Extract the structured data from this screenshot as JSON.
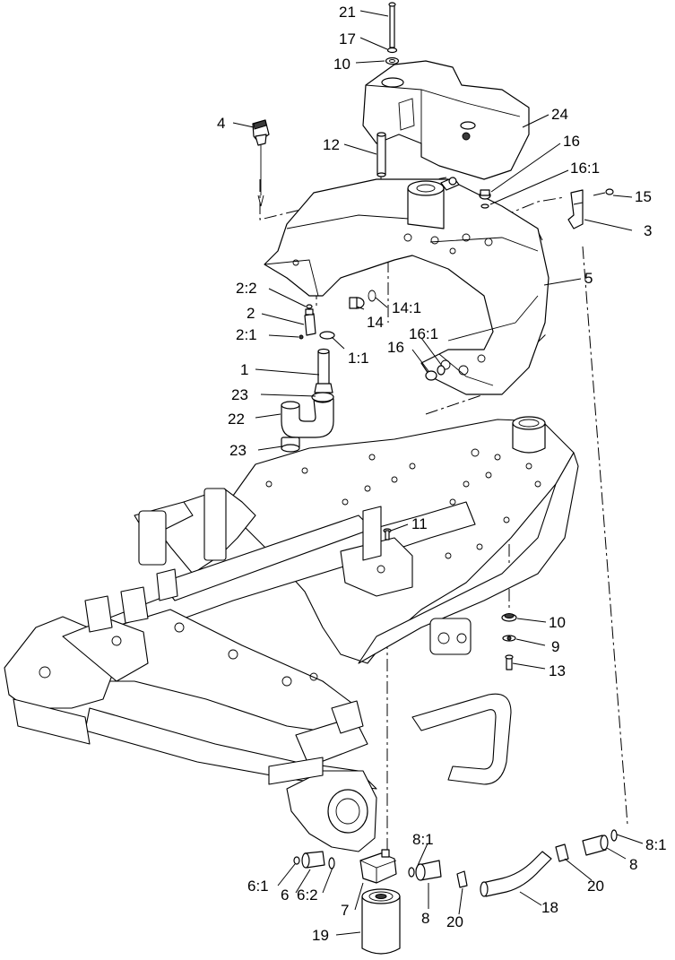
{
  "callouts": [
    {
      "id": "c21",
      "text": "21"
    },
    {
      "id": "c17",
      "text": "17"
    },
    {
      "id": "c10a",
      "text": "10"
    },
    {
      "id": "c24",
      "text": "24"
    },
    {
      "id": "c4",
      "text": "4"
    },
    {
      "id": "c12",
      "text": "12"
    },
    {
      "id": "c16a",
      "text": "16"
    },
    {
      "id": "c16_1a",
      "text": "16:1"
    },
    {
      "id": "c15",
      "text": "15"
    },
    {
      "id": "c3",
      "text": "3"
    },
    {
      "id": "c5",
      "text": "5"
    },
    {
      "id": "c2_2",
      "text": "2:2"
    },
    {
      "id": "c2",
      "text": "2"
    },
    {
      "id": "c2_1",
      "text": "2:1"
    },
    {
      "id": "c14_1",
      "text": "14:1"
    },
    {
      "id": "c14",
      "text": "14"
    },
    {
      "id": "c1_1",
      "text": "1:1"
    },
    {
      "id": "c16_1b",
      "text": "16:1"
    },
    {
      "id": "c16b",
      "text": "16"
    },
    {
      "id": "c1",
      "text": "1"
    },
    {
      "id": "c23a",
      "text": "23"
    },
    {
      "id": "c22",
      "text": "22"
    },
    {
      "id": "c23b",
      "text": "23"
    },
    {
      "id": "c11",
      "text": "11"
    },
    {
      "id": "c10b",
      "text": "10"
    },
    {
      "id": "c9",
      "text": "9"
    },
    {
      "id": "c13",
      "text": "13"
    },
    {
      "id": "c8_1a",
      "text": "8:1"
    },
    {
      "id": "c8_1b",
      "text": "8:1"
    },
    {
      "id": "c8a",
      "text": "8"
    },
    {
      "id": "c20a",
      "text": "20"
    },
    {
      "id": "c6_1",
      "text": "6:1"
    },
    {
      "id": "c6",
      "text": "6"
    },
    {
      "id": "c6_2",
      "text": "6:2"
    },
    {
      "id": "c7",
      "text": "7"
    },
    {
      "id": "c8b",
      "text": "8"
    },
    {
      "id": "c20b",
      "text": "20"
    },
    {
      "id": "c18",
      "text": "18"
    },
    {
      "id": "c19",
      "text": "19"
    }
  ]
}
